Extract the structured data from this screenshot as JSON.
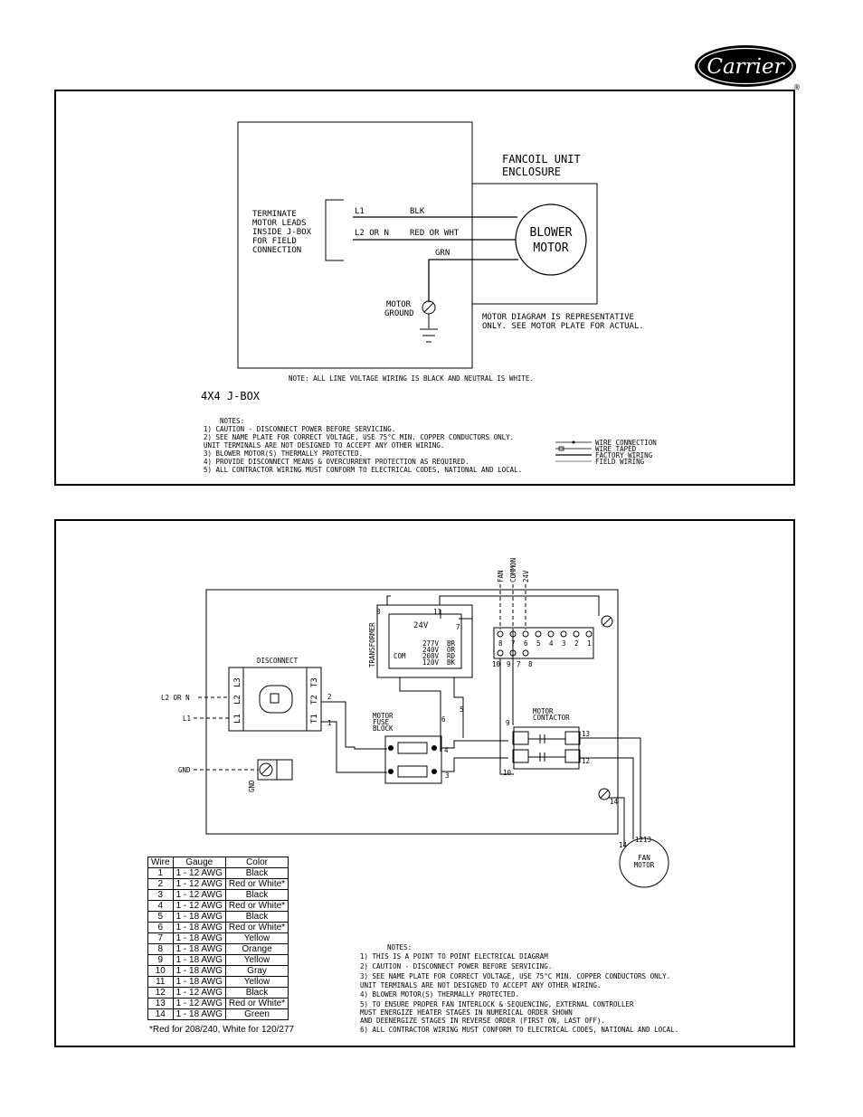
{
  "brand": {
    "name": "Carrier",
    "registered": "®"
  },
  "top_diagram": {
    "jbox_note": [
      "TERMINATE",
      "MOTOR LEADS",
      "INSIDE J-BOX",
      "FOR FIELD",
      "CONNECTION"
    ],
    "wires": [
      {
        "terminal": "L1",
        "color": "BLK"
      },
      {
        "terminal": "L2 OR N",
        "color": "RED OR WHT"
      },
      {
        "terminal": "",
        "color": "GRN"
      }
    ],
    "enclosure_label": [
      "FANCOIL UNIT",
      "ENCLOSURE"
    ],
    "motor_label": [
      "BLOWER",
      "MOTOR"
    ],
    "ground_label": [
      "MOTOR",
      "GROUND"
    ],
    "representative_note": [
      "MOTOR DIAGRAM IS REPRESENTATIVE",
      "ONLY.  SEE MOTOR PLATE FOR ACTUAL."
    ],
    "line_voltage_note": "NOTE:  ALL LINE VOLTAGE WIRING IS BLACK AND NEUTRAL IS WHITE.",
    "jbox_label": "4X4  J-BOX",
    "notes_title": "NOTES:",
    "notes": [
      "1)  CAUTION - DISCONNECT POWER BEFORE SERVICING.",
      "2)  SEE NAME PLATE FOR CORRECT VOLTAGE, USE  75°C MIN. COPPER CONDUCTORS ONLY.",
      "     UNIT TERMINALS ARE NOT DESIGNED TO ACCEPT ANY OTHER WIRING.",
      "3)  BLOWER MOTOR(S) THERMALLY PROTECTED.",
      "4)  PROVIDE DISCONNECT MEANS & OVERCURRENT PROTECTION AS REQUIRED.",
      "5)  ALL CONTRACTOR WIRING MUST CONFORM TO ELECTRICAL CODES, NATIONAL AND LOCAL."
    ],
    "legend": [
      "WIRE CONNECTION",
      "WIRE TAPED",
      "FACTORY WIRING",
      "FIELD WIRING"
    ]
  },
  "bottom_diagram": {
    "control_labels": [
      "FAN",
      "COMMON",
      "24V"
    ],
    "transformer_label": "TRANSFORMER",
    "transformer_taps": [
      "24V",
      "277V",
      "240V",
      "208V",
      "120V",
      "COM"
    ],
    "tap_colors": [
      "BR",
      "OR",
      "RD",
      "BK"
    ],
    "disconnect_label": "DISCONNECT",
    "disconnect_terminals": [
      "L3",
      "L2",
      "L1",
      "T3",
      "T2",
      "T1"
    ],
    "line_inputs": [
      "L2 OR N",
      "L1",
      "GND"
    ],
    "gnd_vertical": "GND",
    "fuse_block_label": [
      "MOTOR",
      "FUSE",
      "BLOCK"
    ],
    "contactor_label": [
      "MOTOR",
      "CONTACTOR"
    ],
    "fan_motor_label": [
      "FAN",
      "MOTOR"
    ],
    "terminal_strip": [
      "8",
      "7",
      "6",
      "5",
      "4",
      "3",
      "2",
      "1"
    ],
    "wire_numbers": [
      "1",
      "2",
      "3",
      "4",
      "5",
      "6",
      "7",
      "8",
      "9",
      "10",
      "11",
      "12",
      "13",
      "14"
    ]
  },
  "wire_table": {
    "headers": [
      "Wire",
      "Gauge",
      "Color"
    ],
    "rows": [
      [
        "1",
        "1 - 12 AWG",
        "Black"
      ],
      [
        "2",
        "1 - 12 AWG",
        "Red or White*"
      ],
      [
        "3",
        "1 - 12 AWG",
        "Black"
      ],
      [
        "4",
        "1 - 12 AWG",
        "Red or White*"
      ],
      [
        "5",
        "1 - 18 AWG",
        "Black"
      ],
      [
        "6",
        "1 - 18 AWG",
        "Red or White*"
      ],
      [
        "7",
        "1 - 18 AWG",
        "Yellow"
      ],
      [
        "8",
        "1 - 18 AWG",
        "Orange"
      ],
      [
        "9",
        "1 - 18 AWG",
        "Yellow"
      ],
      [
        "10",
        "1 - 18 AWG",
        "Gray"
      ],
      [
        "11",
        "1 - 18 AWG",
        "Yellow"
      ],
      [
        "12",
        "1 - 12 AWG",
        "Black"
      ],
      [
        "13",
        "1 - 12 AWG",
        "Red or White*"
      ],
      [
        "14",
        "1 - 18 AWG",
        "Green"
      ]
    ],
    "footnote": "*Red for 208/240, White for 120/277"
  },
  "bottom_notes": {
    "title": "NOTES:",
    "items": [
      "1)  THIS IS A POINT TO POINT ELECTRICAL DIAGRAM",
      "2)  CAUTION - DISCONNECT POWER BEFORE SERVICING.",
      "3)  SEE NAME PLATE FOR CORRECT VOLTAGE, USE  75°C MIN.  COPPER CONDUCTORS ONLY.",
      "      UNIT TERMINALS ARE NOT DESIGNED TO ACCEPT ANY OTHER WIRING.",
      "4)  BLOWER MOTOR(S) THERMALLY PROTECTED.",
      "5)  TO ENSURE PROPER FAN INTERLOCK & SEQUENCING, EXTERNAL CONTROLLER",
      "      MUST ENERGIZE HEATER STAGES IN NUMERICAL ORDER SHOWN",
      "      AND DEENERGIZE STAGES IN REVERSE ORDER (FIRST ON, LAST OFF).",
      "6)  ALL CONTRACTOR WIRING MUST CONFORM TO ELECTRICAL CODES, NATIONAL AND LOCAL."
    ]
  }
}
